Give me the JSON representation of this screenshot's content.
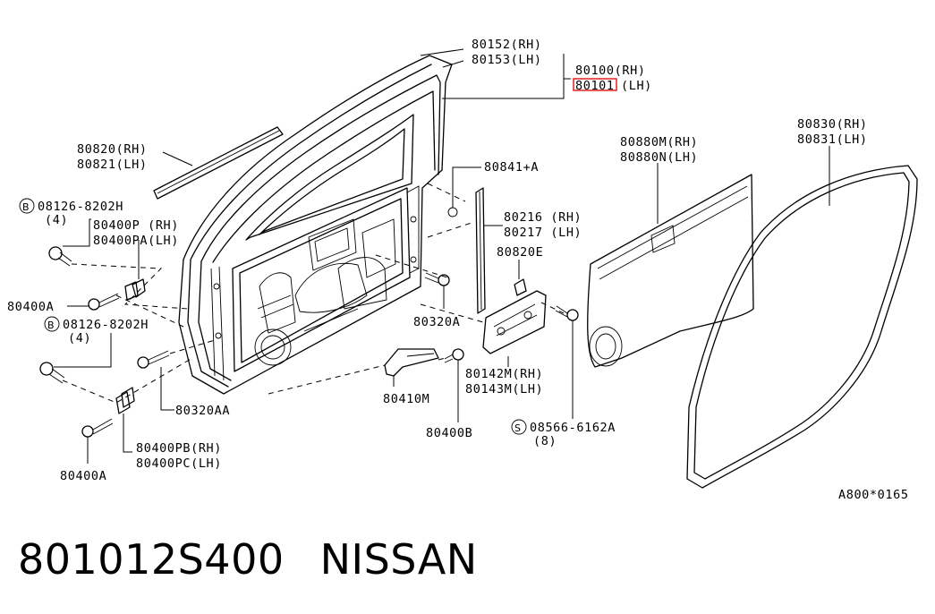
{
  "labels": {
    "hinge_rh": "80400P (RH)",
    "hinge_lh": "80400PA(LH)",
    "weatherstrip_rh": "80830(RH)",
    "weatherstrip_lh": "80831(LH)",
    "bolt_a_top": "80400A",
    "bolt_b_top": "08126-8202H",
    "bolt_b_top_qty": "(4)",
    "bolt_b_bottom": "08126-8202H",
    "bolt_b_bottom_qty": "(4)",
    "door_panel_rh": "80100(RH)",
    "door_panel_lh": "(LH)",
    "door_panel_lh_highlight": "80101",
    "sash_rh": "80152(RH)",
    "sash_lh": "80153(LH)",
    "moulding_rh": "80820(RH)",
    "moulding_lh": "80821(LH)",
    "clip": "80841+A",
    "sash_channel_rh": "80216 (RH)",
    "sash_channel_lh": "80217 (LH)",
    "seal_clip": "80820E",
    "pad_rh": "80880M(RH)",
    "pad_lh": "80880N(LH)",
    "bolt_320a": "80320A",
    "bolt_320aa": "80320AA",
    "check_link": "80410M",
    "bolt_400b": "80400B",
    "reinforce_rh": "80142M(RH)",
    "reinforce_lh": "80143M(LH)",
    "screw": "08566-6162A",
    "screw_qty": "(8)",
    "hinge_lower_rh": "80400PB(RH)",
    "hinge_lower_lh": "80400PC(LH)",
    "bolt_a_bottom": "80400A",
    "diagram_code": "A800*0165"
  },
  "part_number": "801012S400",
  "brand": "NISSAN",
  "highlight_color": "#e02020"
}
